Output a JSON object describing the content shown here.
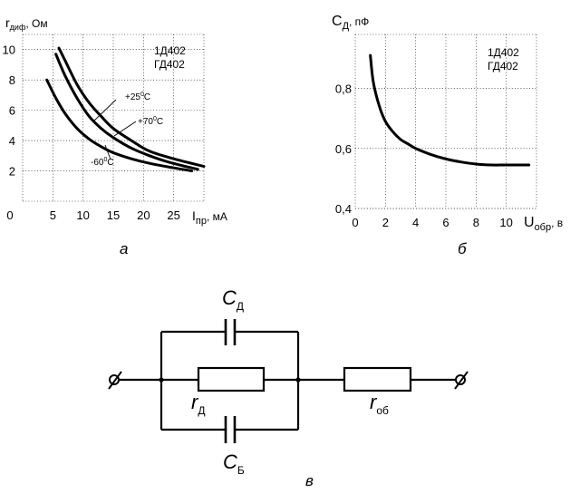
{
  "charts": [
    {
      "id": "a",
      "type": "line",
      "ylabel_main": "r",
      "ylabel_sub": "диф",
      "ylabel_unit": ", Ом",
      "xlabel_main": "I",
      "xlabel_sub": "пр",
      "xlabel_unit": ", мА",
      "device_line1": "1Д402",
      "device_line2": "ГД402",
      "panel_label": "а",
      "xlim": [
        0,
        30
      ],
      "ylim": [
        0,
        11
      ],
      "x_ticks": [
        "0",
        "5",
        "10",
        "15",
        "20",
        "25"
      ],
      "y_ticks": [
        "2",
        "4",
        "6",
        "8",
        "10"
      ],
      "series": [
        {
          "name": "+25°C",
          "label_text": "+25",
          "label_sup": "0",
          "label_unit": "C",
          "x": [
            5.5,
            7,
            9,
            11,
            13,
            15,
            18,
            21,
            24,
            29
          ],
          "y": [
            9.7,
            8.3,
            6.8,
            5.6,
            4.8,
            4.2,
            3.5,
            3.0,
            2.6,
            2.1
          ]
        },
        {
          "name": "+70°C",
          "label_text": "+70",
          "label_sup": "0",
          "label_unit": "C",
          "x": [
            6,
            7,
            9,
            11,
            13,
            15,
            18,
            21,
            25,
            30
          ],
          "y": [
            10.1,
            9.3,
            7.7,
            6.5,
            5.6,
            4.8,
            4.0,
            3.3,
            2.8,
            2.3
          ]
        },
        {
          "name": "-60°C",
          "label_text": "-60",
          "label_sup": "0",
          "label_unit": "C",
          "x": [
            4,
            5.5,
            7,
            9,
            11,
            13,
            15,
            18,
            21,
            25,
            28
          ],
          "y": [
            8.0,
            6.8,
            5.8,
            4.8,
            4.1,
            3.6,
            3.2,
            2.8,
            2.5,
            2.2,
            2.0
          ]
        }
      ]
    },
    {
      "id": "b",
      "type": "line",
      "ylabel_main": "C",
      "ylabel_sub": "Д",
      "ylabel_unit": ", пФ",
      "xlabel_main": "U",
      "xlabel_sub": "обр",
      "xlabel_unit": ", в",
      "device_line1": "1Д402",
      "device_line2": "ГД402",
      "panel_label": "б",
      "xlim": [
        0,
        12
      ],
      "ylim": [
        0.4,
        0.98
      ],
      "x_ticks": [
        "0",
        "2",
        "4",
        "6",
        "8",
        "10"
      ],
      "y_ticks": [
        "0,4",
        "0,6",
        "0,8"
      ],
      "series": [
        {
          "x": [
            1,
            1.2,
            1.6,
            2,
            2.5,
            3,
            3.5,
            4,
            5,
            6,
            7,
            8,
            9,
            10,
            11.5
          ],
          "y": [
            0.91,
            0.82,
            0.74,
            0.69,
            0.655,
            0.63,
            0.615,
            0.6,
            0.58,
            0.565,
            0.555,
            0.548,
            0.545,
            0.545,
            0.545
          ]
        }
      ]
    }
  ],
  "circuit": {
    "cd_main": "C",
    "cd_sub": "Д",
    "rd_main": "r",
    "rd_sub": "Д",
    "cb_main": "C",
    "cb_sub": "Б",
    "rob_main": "r",
    "rob_sub": "об",
    "panel_label": "в"
  }
}
